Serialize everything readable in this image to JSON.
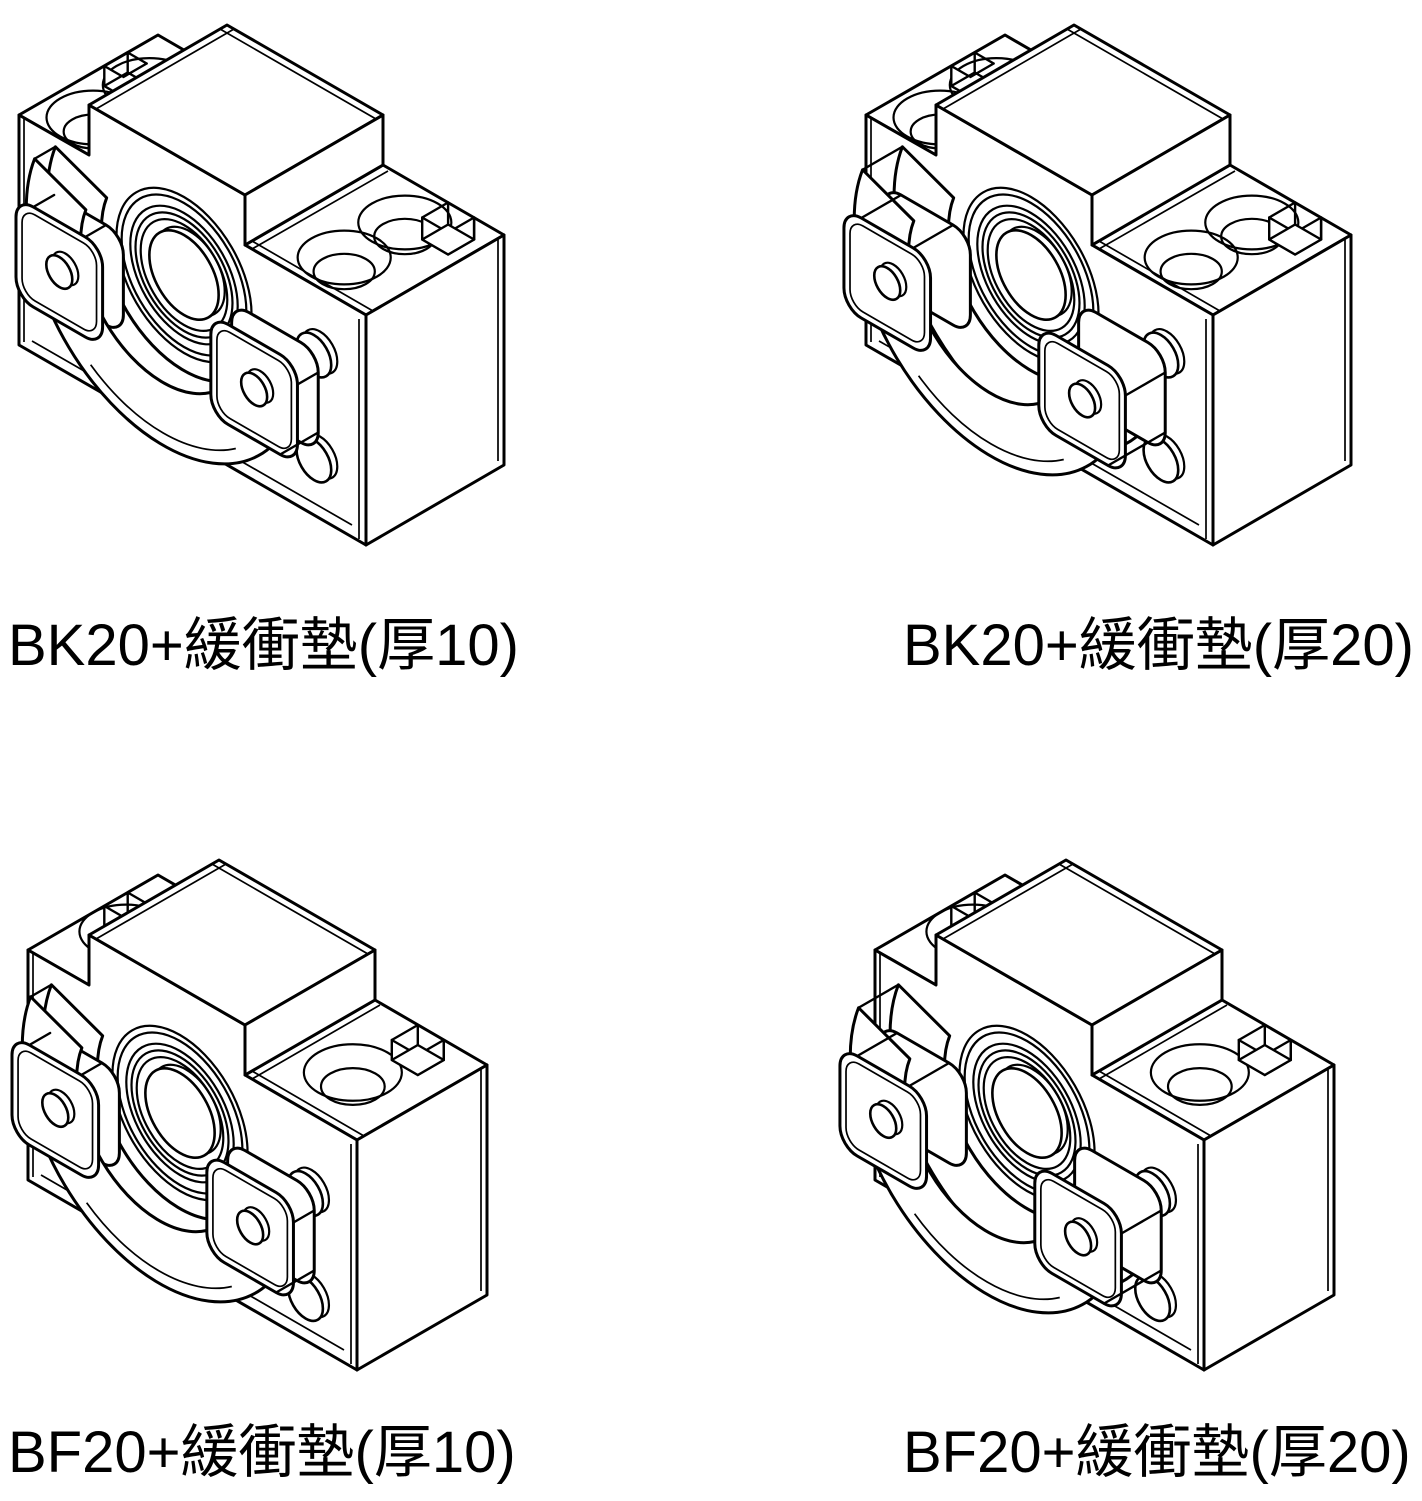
{
  "page": {
    "background_color": "#ffffff",
    "line_color": "#000000",
    "description_layout": "2x2 grid of isometric CAD line drawings with captions"
  },
  "figures": [
    {
      "id": "bk20-pad10",
      "unit_model": "BK20",
      "accessory_name": "緩衝墊",
      "thickness_label": "厚10",
      "thickness_mm": 10,
      "caption": "BK20+緩衝墊(厚10)"
    },
    {
      "id": "bk20-pad20",
      "unit_model": "BK20",
      "accessory_name": "緩衝墊",
      "thickness_label": "厚20",
      "thickness_mm": 20,
      "caption": "BK20+緩衝墊(厚20)"
    },
    {
      "id": "bf20-pad10",
      "unit_model": "BF20",
      "accessory_name": "緩衝墊",
      "thickness_label": "厚10",
      "thickness_mm": 10,
      "caption": "BF20+緩衝墊(厚10)"
    },
    {
      "id": "bf20-pad20",
      "unit_model": "BF20",
      "accessory_name": "緩衝墊",
      "thickness_label": "厚20",
      "thickness_mm": 20,
      "caption": "BF20+緩衝墊(厚20)"
    }
  ]
}
